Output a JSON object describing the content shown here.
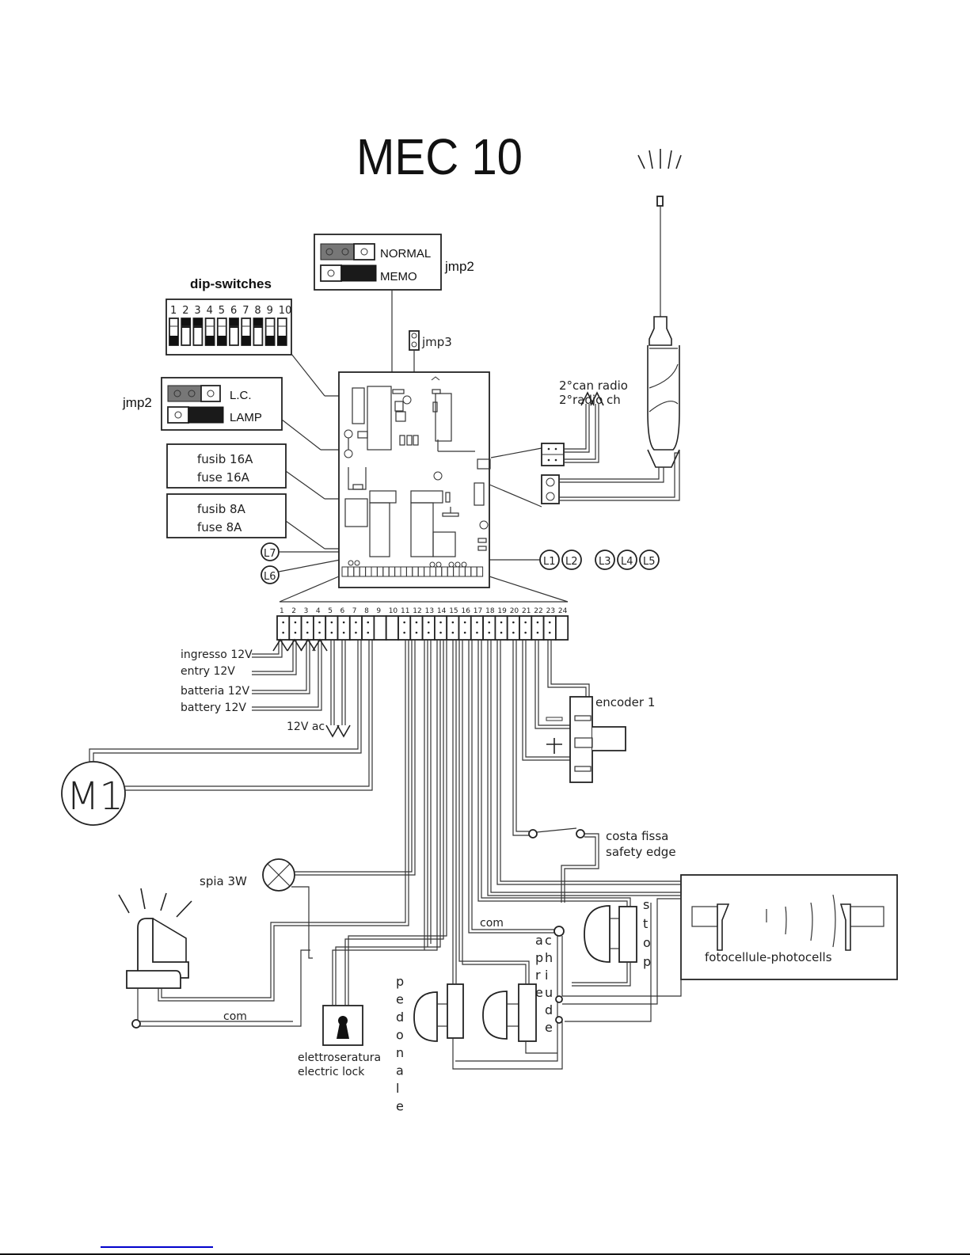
{
  "title": "MEC 10",
  "jumper_memo": {
    "label": "jmp2",
    "options": [
      "NORMAL",
      "MEMO"
    ]
  },
  "dip_switches": {
    "label": "dip-switches",
    "numbers": [
      "1",
      "2",
      "3",
      "4",
      "5",
      "6",
      "7",
      "8",
      "9",
      "10"
    ],
    "positions": [
      "off",
      "on",
      "on",
      "off",
      "off",
      "on",
      "off",
      "on",
      "off",
      "off"
    ]
  },
  "jumper_jmp3": {
    "label": "jmp3"
  },
  "jumper_lamp": {
    "label": "jmp2",
    "options": [
      "L.C.",
      "LAMP"
    ]
  },
  "fuse_16": {
    "line1": "fusib 16A",
    "line2": "fuse 16A"
  },
  "fuse_8": {
    "line1": "fusib 8A",
    "line2": "fuse 8A"
  },
  "leds_left": [
    "L7",
    "L6"
  ],
  "leds_right": [
    "L1",
    "L2",
    "L3",
    "L4",
    "L5"
  ],
  "radio": {
    "line1": "2°can radio",
    "line2": "2°radio ch"
  },
  "terminals": [
    "1",
    "2",
    "3",
    "4",
    "5",
    "6",
    "7",
    "8",
    "9",
    "10",
    "11",
    "12",
    "13",
    "14",
    "15",
    "16",
    "17",
    "18",
    "19",
    "20",
    "21",
    "22",
    "23",
    "24"
  ],
  "inputs": {
    "entry_it": "ingresso 12V",
    "entry_en": "entry 12V",
    "battery_it": "batteria 12V",
    "battery_en": "battery 12V",
    "ac": "12V ac"
  },
  "motor": "M1",
  "encoder": "encoder 1",
  "safety_edge": {
    "line1": "costa fissa",
    "line2": "safety edge"
  },
  "warning_light": "spia 3W",
  "com_labels": [
    "com",
    "com"
  ],
  "photocells": "fotocellule-photocells",
  "stop": "stop",
  "open_label": "apre",
  "close_label": "chiude",
  "pedestrian": "pedonale",
  "lock": {
    "line1": "elettroseratura",
    "line2": "electric lock"
  }
}
